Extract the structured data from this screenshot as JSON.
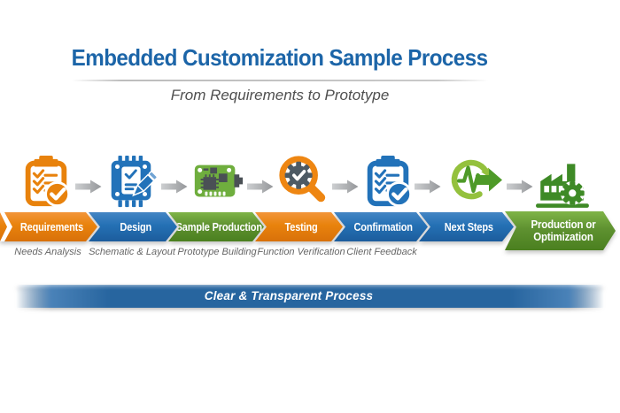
{
  "header": {
    "title": "Embedded Customization Sample Process",
    "subtitle": "From Requirements to Prototype"
  },
  "steps": [
    {
      "label": "Requirements",
      "sublabel": "Needs Analysis",
      "color": "#E8820C",
      "icon": "clipboard-check-icon"
    },
    {
      "label": "Design",
      "sublabel": "Schematic & Layout",
      "color": "#2272B9",
      "icon": "chip-pencil-icon"
    },
    {
      "label": "Sample Production",
      "sublabel": "Prototype Building",
      "color": "#5E9130",
      "icon": "pcb-board-icon"
    },
    {
      "label": "Testing",
      "sublabel": "Function Verification",
      "color": "#E8820C",
      "icon": "magnifier-gear-icon"
    },
    {
      "label": "Confirmation",
      "sublabel": "Client Feedback",
      "color": "#2272B9",
      "icon": "clipboard-check-icon"
    },
    {
      "label": "Next Steps",
      "sublabel": "",
      "color": "#2272B9",
      "icon": "cycle-arrows-icon"
    },
    {
      "label": "Production or Optimization",
      "sublabel": "",
      "color": "#5E9130",
      "icon": "factory-gear-icon"
    }
  ],
  "banner": {
    "text": "Clear & Transparent Process"
  },
  "colors": {
    "title_blue": "#1C65A8",
    "orange": "#E8820C",
    "blue": "#2272B9",
    "green": "#5E9130",
    "arrow_gray": "#ADAFB1",
    "subtitle_gray": "#4F4F4F"
  }
}
